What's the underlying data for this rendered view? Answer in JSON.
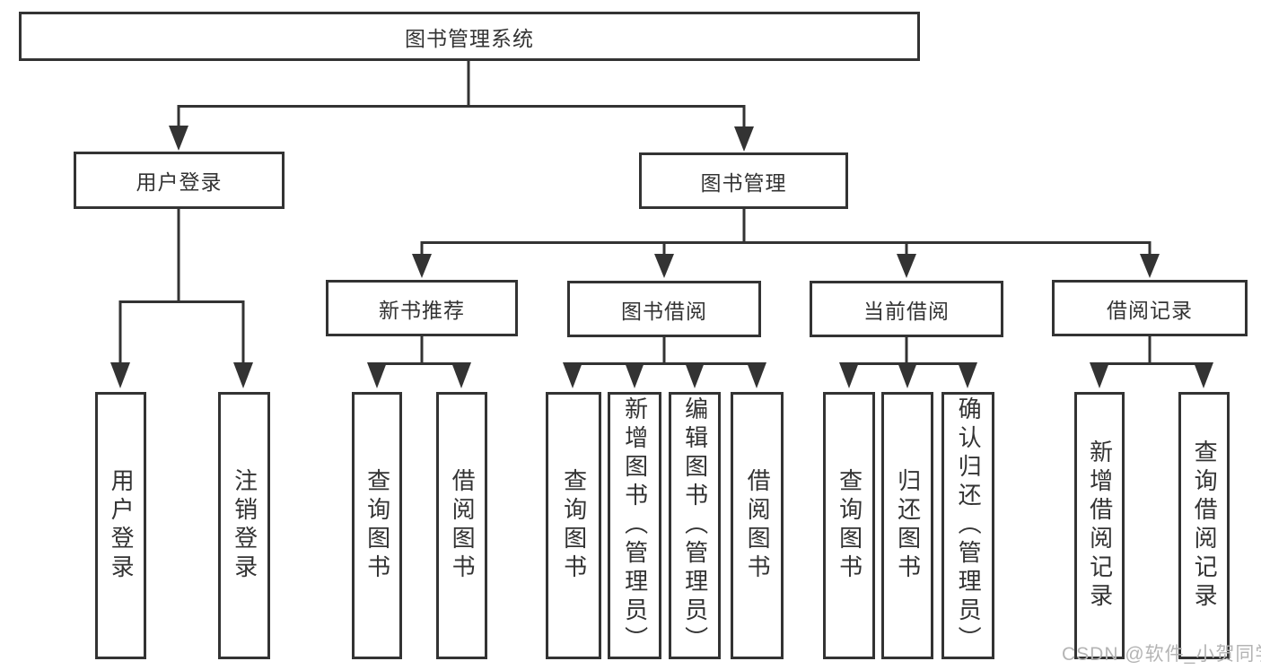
{
  "diagram": {
    "title": "图书管理系统",
    "level2": {
      "user_login": "用户登录",
      "book_mgmt": "图书管理"
    },
    "level3": {
      "new_book": "新书推荐",
      "book_borrow": "图书借阅",
      "current_borrow": "当前借阅",
      "borrow_record": "借阅记录"
    },
    "leaves": {
      "user_login": "用户登录",
      "logout": "注销登录",
      "query_book_1": "查询图书",
      "borrow_book_1": "借阅图书",
      "query_book_2": "查询图书",
      "add_book": "新增图书（管理员）",
      "edit_book": "编辑图书（管理员）",
      "borrow_book_2": "借阅图书",
      "query_book_3": "查询图书",
      "return_book": "归还图书",
      "confirm_return": "确认归还（管理员）",
      "add_record": "新增借阅记录",
      "query_record": "查询借阅记录"
    },
    "watermark": "CSDN @软件_小贺同学",
    "colors": {
      "line": "#333333",
      "text": "#333333",
      "watermark": "#b4b4b4",
      "background": "#ffffff"
    }
  }
}
